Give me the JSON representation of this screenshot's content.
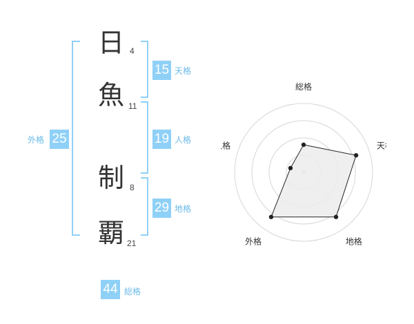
{
  "kanji": [
    {
      "char": "日",
      "strokes": "4"
    },
    {
      "char": "魚",
      "strokes": "11"
    },
    {
      "char": "制",
      "strokes": "8"
    },
    {
      "char": "覇",
      "strokes": "21"
    }
  ],
  "kakusu": {
    "tenkaku": {
      "value": "15",
      "label": "天格"
    },
    "jinkaku": {
      "value": "19",
      "label": "人格"
    },
    "chikaku": {
      "value": "29",
      "label": "地格"
    },
    "gaikaku": {
      "value": "25",
      "label": "外格"
    },
    "soukaku": {
      "value": "44",
      "label": "総格"
    }
  },
  "colors": {
    "accent": "#8fd0f7",
    "label": "#6bbbe9",
    "text": "#333333"
  },
  "chart_data": {
    "type": "radar",
    "axes": [
      "総格",
      "天格",
      "地格",
      "外格",
      "人格"
    ],
    "values": [
      2,
      4,
      4,
      4,
      1
    ],
    "max": 5,
    "rings": 4
  }
}
